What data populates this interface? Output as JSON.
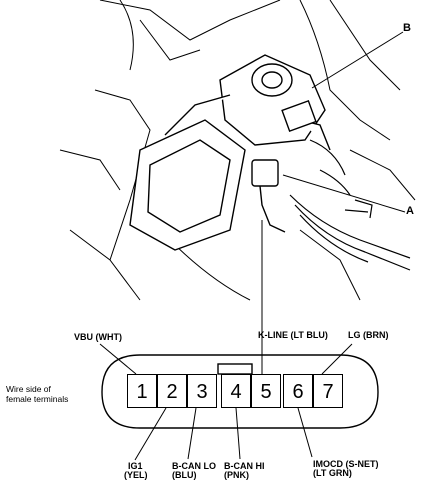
{
  "callouts": {
    "a": "A",
    "b": "B"
  },
  "connector": {
    "side_label_line1": "Wire side of",
    "side_label_line2": "female terminals",
    "pins": [
      "1",
      "2",
      "3",
      "4",
      "5",
      "6",
      "7"
    ]
  },
  "labels": {
    "vbu": "VBU (WHT)",
    "kline": "K-LINE (LT BLU)",
    "lg": "LG (BRN)",
    "ig1_1": "IG1",
    "ig1_2": "(YEL)",
    "bcanlo_1": "B-CAN LO",
    "bcanlo_2": "(BLU)",
    "bcanhi_1": "B-CAN HI",
    "bcanhi_2": "(PNK)",
    "imocd_1": "IMOCD (S-NET)",
    "imocd_2": "(LT GRN)"
  },
  "caption": ""
}
